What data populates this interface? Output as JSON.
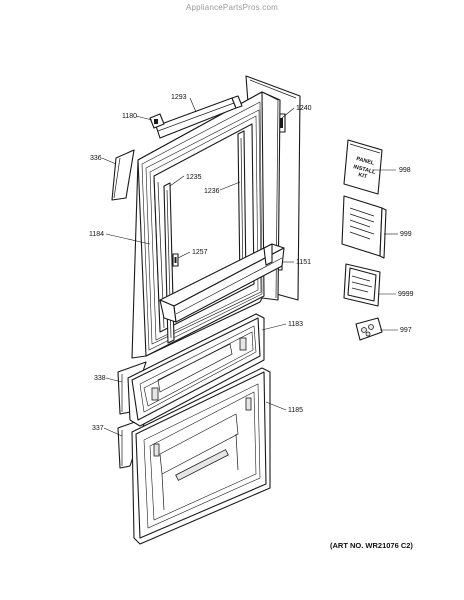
{
  "header": {
    "watermark": "AppliancePartsPros.com"
  },
  "labels": {
    "p1293": "1293",
    "p1180": "1180",
    "p1240": "1240",
    "p336": "336",
    "p1235": "1235",
    "p1236": "1236",
    "p1184": "1184",
    "p1257": "1257",
    "p1151": "1151",
    "p1183": "1183",
    "p338": "338",
    "p1185": "1185",
    "p337": "337",
    "p998": "998",
    "p999": "999",
    "p9999": "9999",
    "p997": "997"
  },
  "panel_kit": {
    "line1": "PANEL",
    "line2": "INSTALL",
    "line3": "KIT"
  },
  "footer": {
    "art_no": "(ART NO. WR21076 C2)"
  }
}
